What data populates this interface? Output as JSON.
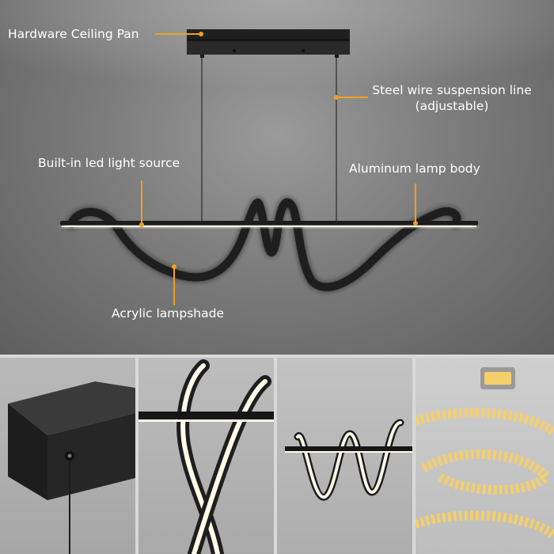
{
  "hero": {
    "labels": {
      "ceiling_pan": "Hardware Ceiling Pan",
      "suspension_line": "Steel wire suspension line",
      "suspension_note": "(adjustable)",
      "led_source": "Built-in led light source",
      "lamp_body": "Aluminum lamp body",
      "lampshade": "Acrylic  lampshade"
    }
  },
  "colors": {
    "callout": "#f0a020",
    "background_dark": "#5e5e5e",
    "background_light": "#9a9a9a",
    "fixture_black": "#1e1e1e",
    "glow": "#fffbe8",
    "led_chip": "#f5cf6a"
  },
  "detail_panels": [
    {
      "subject": "ceiling-pan-closeup"
    },
    {
      "subject": "lampshade-curve-closeup"
    },
    {
      "subject": "wave-lamp-closeup"
    },
    {
      "subject": "led-strip-closeup"
    }
  ],
  "icons": [
    "led-chip-icon"
  ]
}
